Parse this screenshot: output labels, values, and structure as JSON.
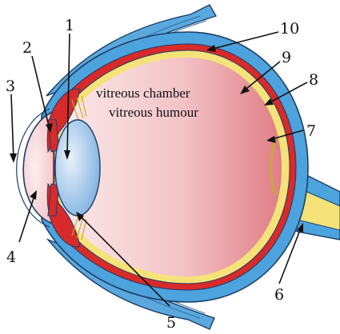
{
  "diagram": {
    "inner_labels": {
      "chamber": "vitreous chamber",
      "humour": "vitreous humour"
    },
    "numbers": [
      "1",
      "2",
      "3",
      "4",
      "5",
      "6",
      "7",
      "8",
      "9",
      "10"
    ]
  },
  "colors": {
    "sclera_blue": "#4da3dd",
    "choroid_red": "#d72a2a",
    "retina_yellow": "#f5e37a",
    "vitreous_pink": "#ea9aa0",
    "lens_blue": "#a9cdee",
    "muscle_blue": "#5aa8de",
    "nerve_yellow": "#f5e37a",
    "outline": "#1d3e66"
  }
}
